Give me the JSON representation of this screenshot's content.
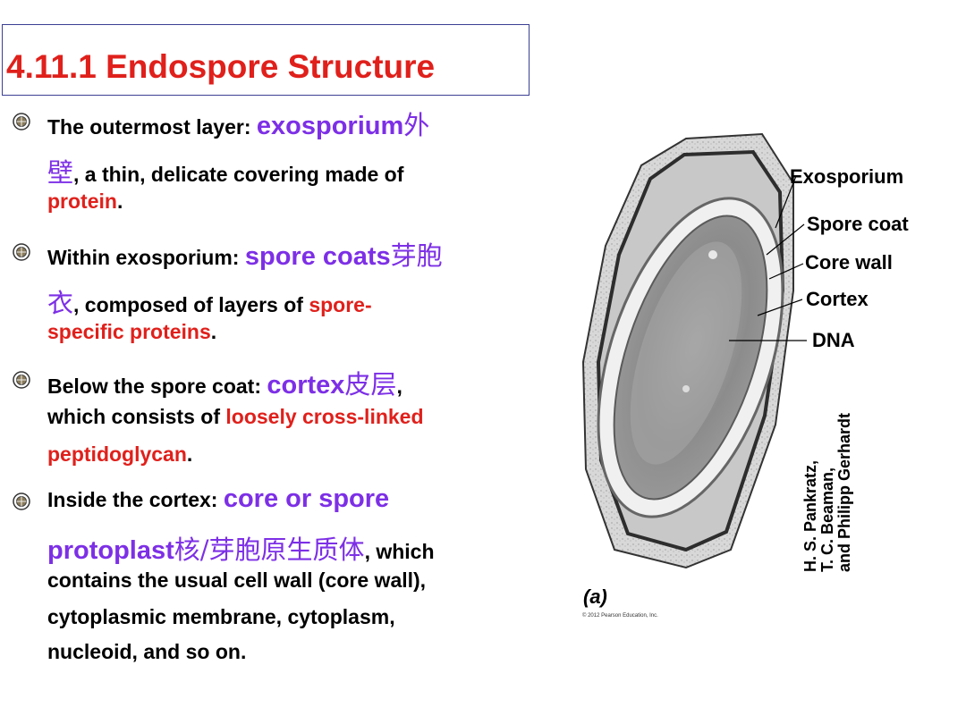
{
  "slide": {
    "title": "4.11.1 Endospore Structure",
    "bullets": [
      {
        "lines": [
          [
            {
              "t": "The outermost layer: ",
              "s": "b"
            },
            {
              "t": "exosporium",
              "s": "p"
            },
            {
              "t": "外",
              "s": "pc"
            }
          ],
          [
            {
              "t": "壁",
              "s": "pc"
            },
            {
              "t": ", a thin, delicate covering made of",
              "s": "b"
            }
          ],
          [
            {
              "t": "protein",
              "s": "r"
            },
            {
              "t": ".",
              "s": "b"
            }
          ]
        ]
      },
      {
        "lines": [
          [
            {
              "t": "Within exosporium: ",
              "s": "b"
            },
            {
              "t": "spore coats",
              "s": "p"
            },
            {
              "t": "芽胞",
              "s": "pc"
            }
          ],
          [
            {
              "t": "衣",
              "s": "pc"
            },
            {
              "t": ", composed of layers of ",
              "s": "b"
            },
            {
              "t": "spore-",
              "s": "r"
            }
          ],
          [
            {
              "t": "specific proteins",
              "s": "r"
            },
            {
              "t": ".",
              "s": "b"
            }
          ]
        ]
      },
      {
        "lines": [
          [
            {
              "t": "Below the spore coat: ",
              "s": "b"
            },
            {
              "t": "cortex",
              "s": "p"
            },
            {
              "t": "皮层",
              "s": "pc"
            },
            {
              "t": ",",
              "s": "b"
            }
          ],
          [
            {
              "t": "which consists of ",
              "s": "b"
            },
            {
              "t": "loosely cross-linked",
              "s": "r"
            }
          ],
          [
            {
              "t": "peptidoglycan",
              "s": "r"
            },
            {
              "t": ".",
              "s": "b"
            }
          ]
        ]
      },
      {
        "lines": [
          [
            {
              "t": "Inside the cortex: ",
              "s": "b"
            },
            {
              "t": "core or spore",
              "s": "p"
            }
          ],
          [
            {
              "t": "protoplast",
              "s": "p"
            },
            {
              "t": "核/芽胞原生质体",
              "s": "pc"
            },
            {
              "t": ", which",
              "s": "b"
            }
          ],
          [
            {
              "t": "contains the usual cell wall (core wall),",
              "s": "b"
            }
          ],
          [
            {
              "t": "cytoplasmic membrane, cytoplasm,",
              "s": "b"
            }
          ],
          [
            {
              "t": "nucleoid, and so on.",
              "s": "b"
            }
          ]
        ]
      }
    ]
  },
  "figure": {
    "labels": {
      "exosporium": "Exosporium",
      "spore_coat": "Spore coat",
      "core_wall": "Core wall",
      "cortex": "Cortex",
      "dna": "DNA"
    },
    "credit": [
      "H. S. Pankratz,",
      "T. C. Beaman,",
      "and Philipp Gerhardt"
    ],
    "panel_letter": "(a)",
    "copyright": "© 2012 Pearson Education, Inc."
  },
  "colors": {
    "title_red": "#e0201b",
    "highlight_purple": "#7d2fe6",
    "title_border": "#3b3f93"
  }
}
